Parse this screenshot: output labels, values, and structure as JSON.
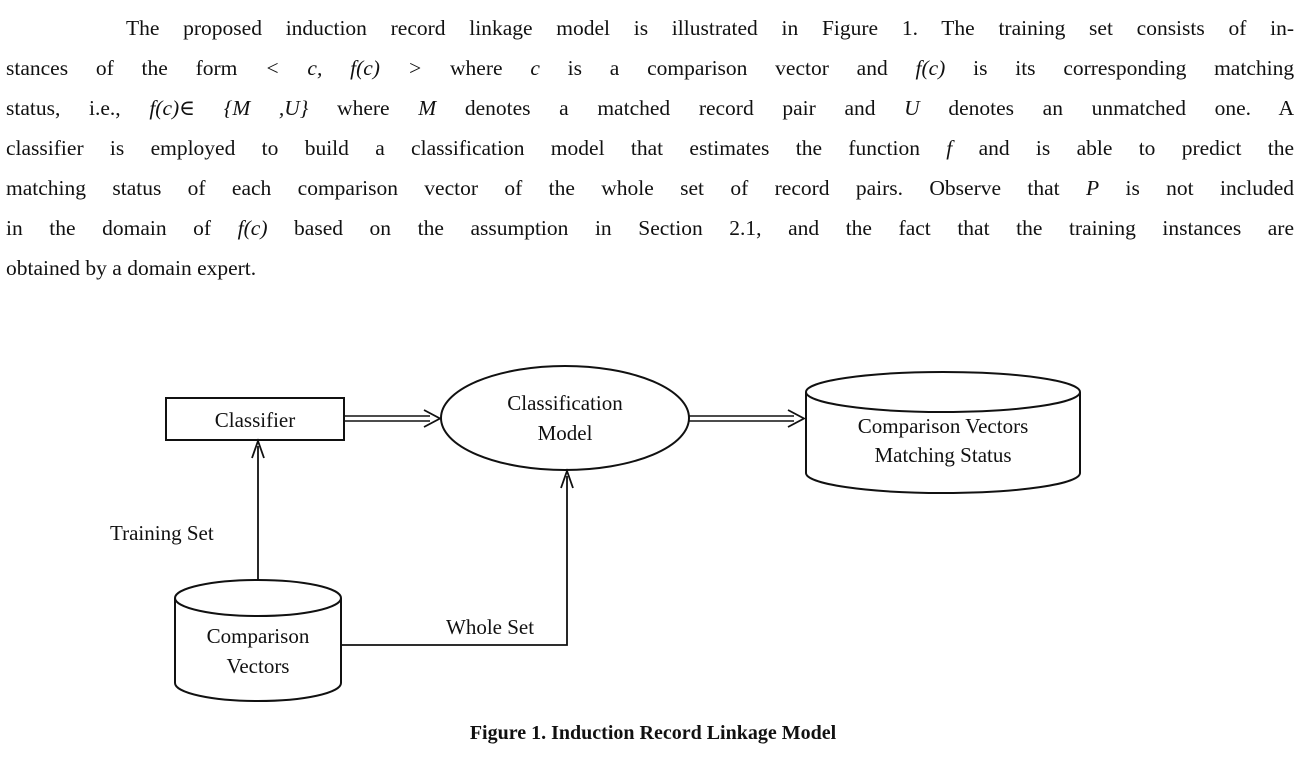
{
  "paragraph": {
    "l1": "The proposed induction record linkage model is illustrated in Figure 1. The training set consists of in-",
    "l2a": "stances of the form",
    "l2m": "< c, f(c) >",
    "l2b": "where",
    "l2c": "c",
    "l2d": "is a comparison vector and",
    "l2e": "f(c)",
    "l2f": "is its corresponding matching",
    "l3a": "status, i.e.,",
    "l3m": "f(c)∈ {M ,U}",
    "l3b": "where",
    "l3c": "M",
    "l3d": "denotes a matched record pair and",
    "l3e": "U",
    "l3f": "denotes an unmatched one. A",
    "l4a": "classifier is employed to build a classification model that estimates the function",
    "l4b": "f",
    "l4c": "and is able to predict the",
    "l5": "matching status of each comparison vector of the whole set of record pairs. Observe that",
    "l5b": "P",
    "l5c": "is not included",
    "l6a": "in the domain of",
    "l6m": "f(c)",
    "l6b": "based on the assumption in Section 2.1, and the fact that the training instances are",
    "l7": "obtained by a domain expert."
  },
  "diagram": {
    "classifier": "Classifier",
    "model_l1": "Classification",
    "model_l2": "Model",
    "output_l1": "Comparison Vectors",
    "output_l2": "Matching Status",
    "input_l1": "Comparison",
    "input_l2": "Vectors",
    "training_set": "Training Set",
    "whole_set": "Whole Set"
  },
  "caption": "Figure 1. Induction Record Linkage Model"
}
